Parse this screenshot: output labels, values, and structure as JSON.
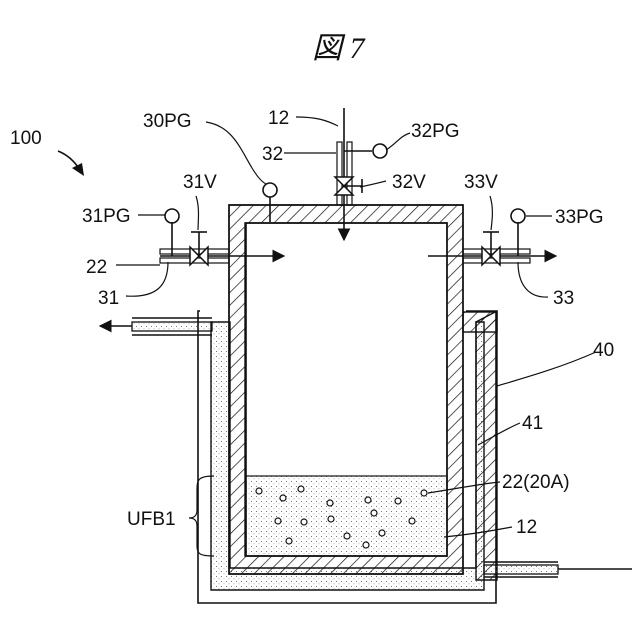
{
  "figure": {
    "title": "図 7",
    "labels": {
      "system": "100",
      "inlet_pipe": "12",
      "pg_30": "30PG",
      "pipe_32": "32",
      "pg_32": "32PG",
      "valve_32": "32V",
      "valve_31": "31V",
      "valve_33": "33V",
      "pg_31": "31PG",
      "pg_33": "33PG",
      "port_22": "22",
      "pipe_31": "31",
      "pipe_33": "33",
      "outer_vessel": "40",
      "jacket": "41",
      "liquid": "22(20A)",
      "liquid_12": "12",
      "ufb": "UFB1"
    }
  }
}
